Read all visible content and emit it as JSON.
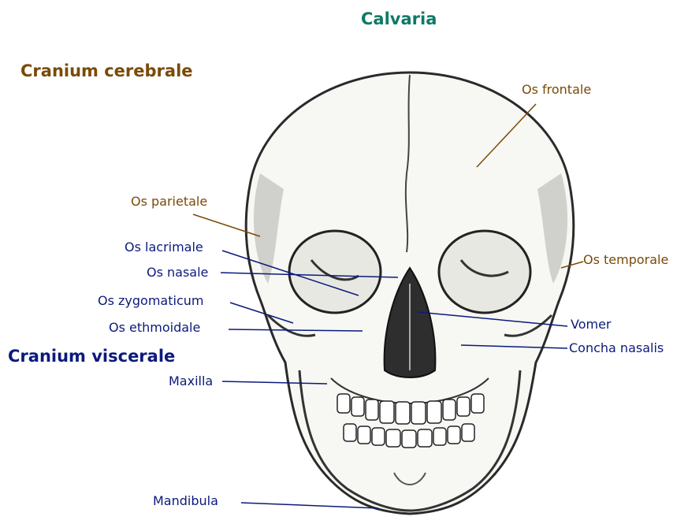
{
  "title": "Calvaria",
  "groups": {
    "cerebrale": "Cranium cerebrale",
    "viscerale": "Cranium viscerale"
  },
  "labels": {
    "frontale": "Os frontale",
    "parietale": "Os parietale",
    "temporale": "Os temporale",
    "lacrimale": "Os lacrimale",
    "nasale": "Os nasale",
    "zygomaticum": "Os zygomaticum",
    "ethmoidale": "Os ethmoidale",
    "maxilla": "Maxilla",
    "mandibula": "Mandibula",
    "vomer": "Vomer",
    "concha": "Concha nasalis"
  },
  "colors": {
    "cerebrale": "#7a4a06",
    "viscerale": "#0b1a7c",
    "title": "#0e7a66",
    "bone_outline": "#2a2a2a"
  }
}
